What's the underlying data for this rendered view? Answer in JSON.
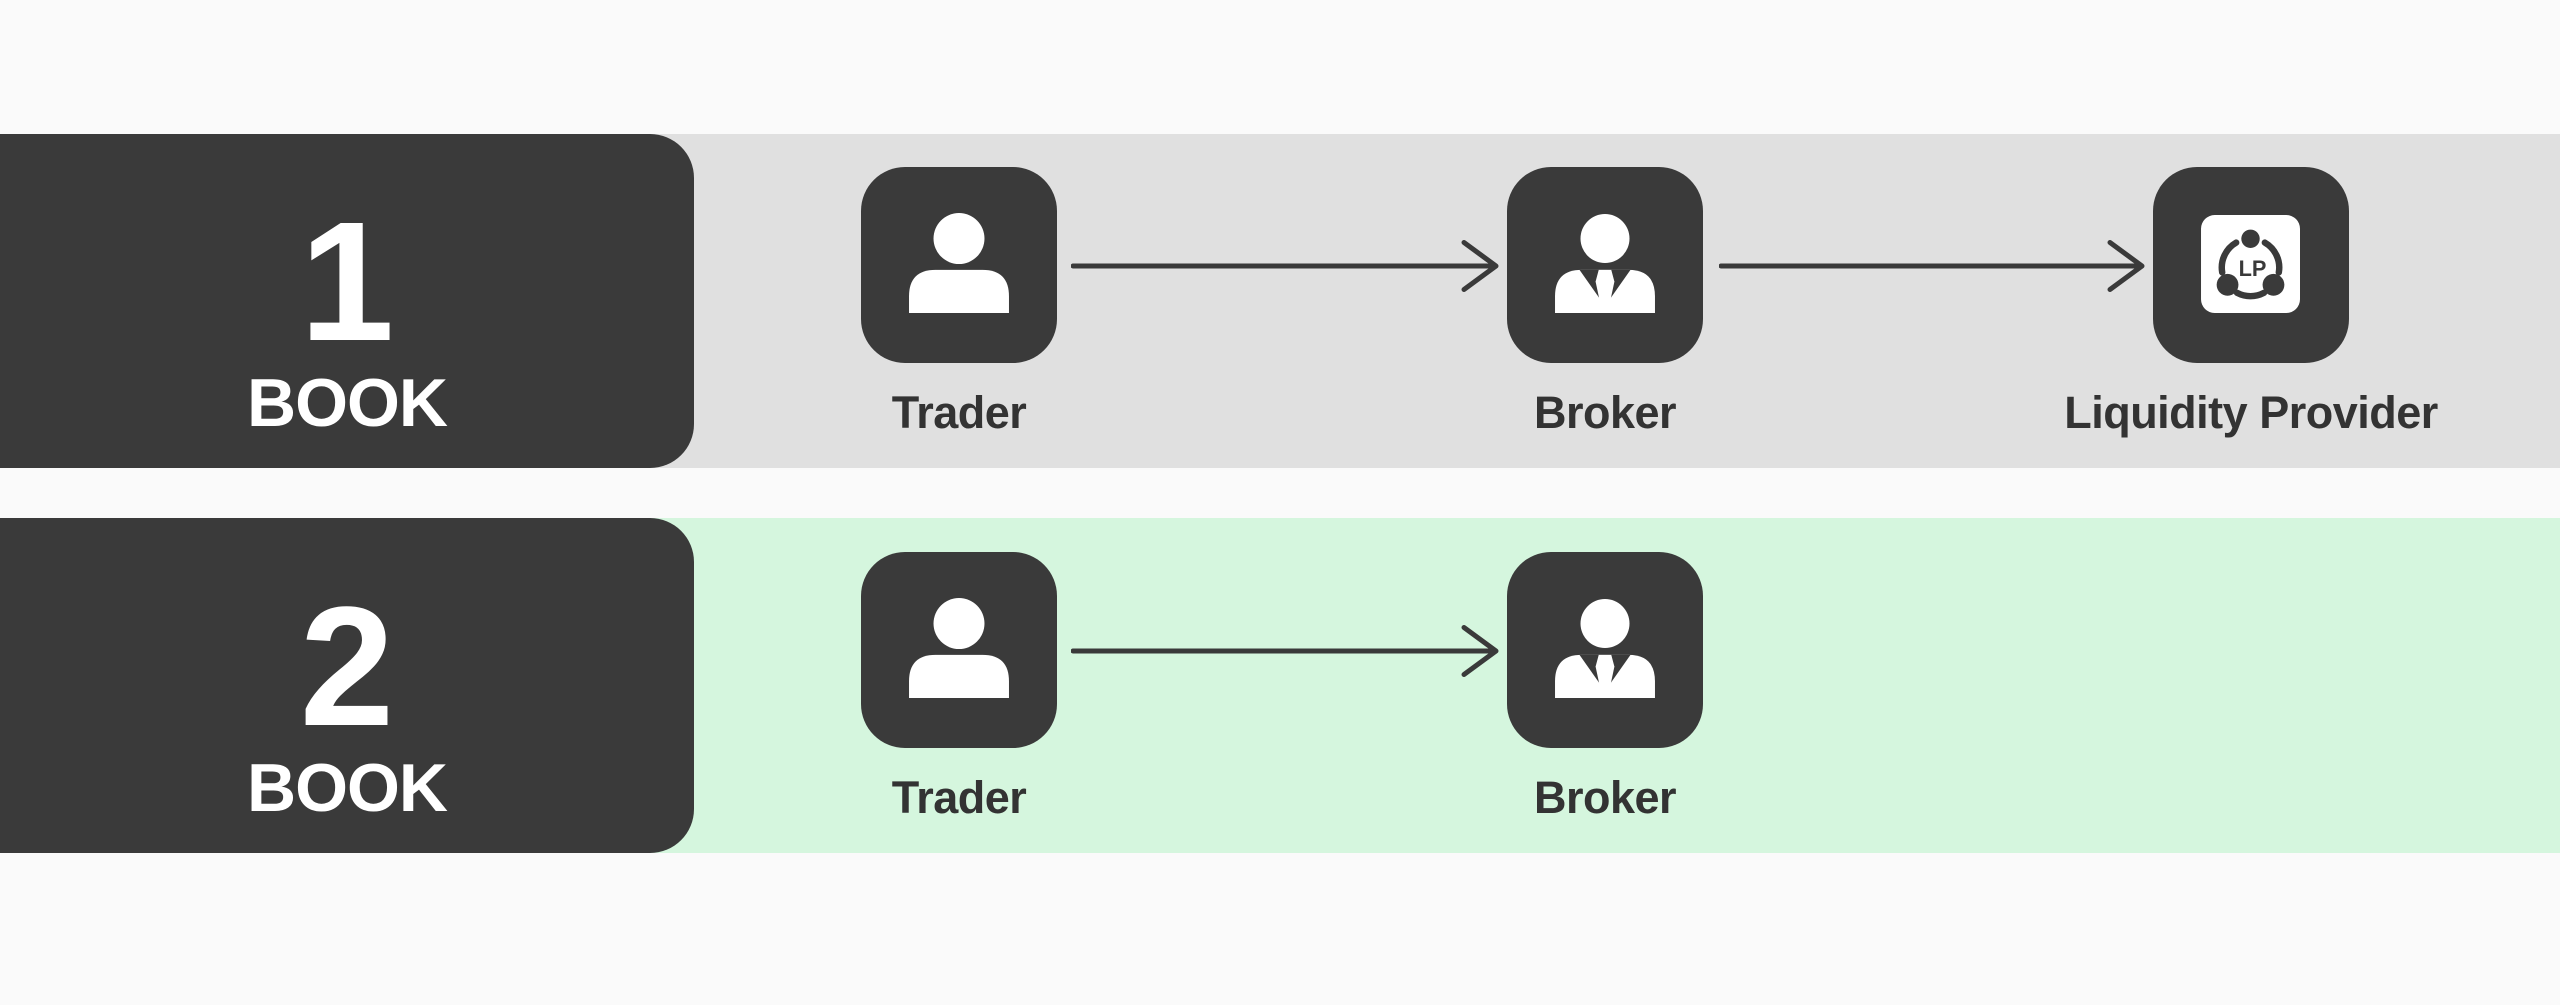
{
  "colors": {
    "page_background": "#fafafa",
    "lane1_background": "#e0e0e0",
    "lane2_background": "#d5f6de",
    "dark": "#3a3a3a",
    "label_text": "#333333",
    "white": "#ffffff"
  },
  "rows": [
    {
      "book_number": "1",
      "book_word": "BOOK",
      "nodes": [
        {
          "label": "Trader",
          "icon": "person-icon"
        },
        {
          "label": "Broker",
          "icon": "broker-person-icon"
        },
        {
          "label": "Liquidity Provider",
          "icon": "lp-network-icon",
          "badge": "LP"
        }
      ],
      "arrows": [
        {
          "from": "Trader",
          "to": "Broker"
        },
        {
          "from": "Broker",
          "to": "Liquidity Provider"
        }
      ]
    },
    {
      "book_number": "2",
      "book_word": "BOOK",
      "nodes": [
        {
          "label": "Trader",
          "icon": "person-icon"
        },
        {
          "label": "Broker",
          "icon": "broker-person-icon"
        }
      ],
      "arrows": [
        {
          "from": "Trader",
          "to": "Broker"
        }
      ]
    }
  ]
}
